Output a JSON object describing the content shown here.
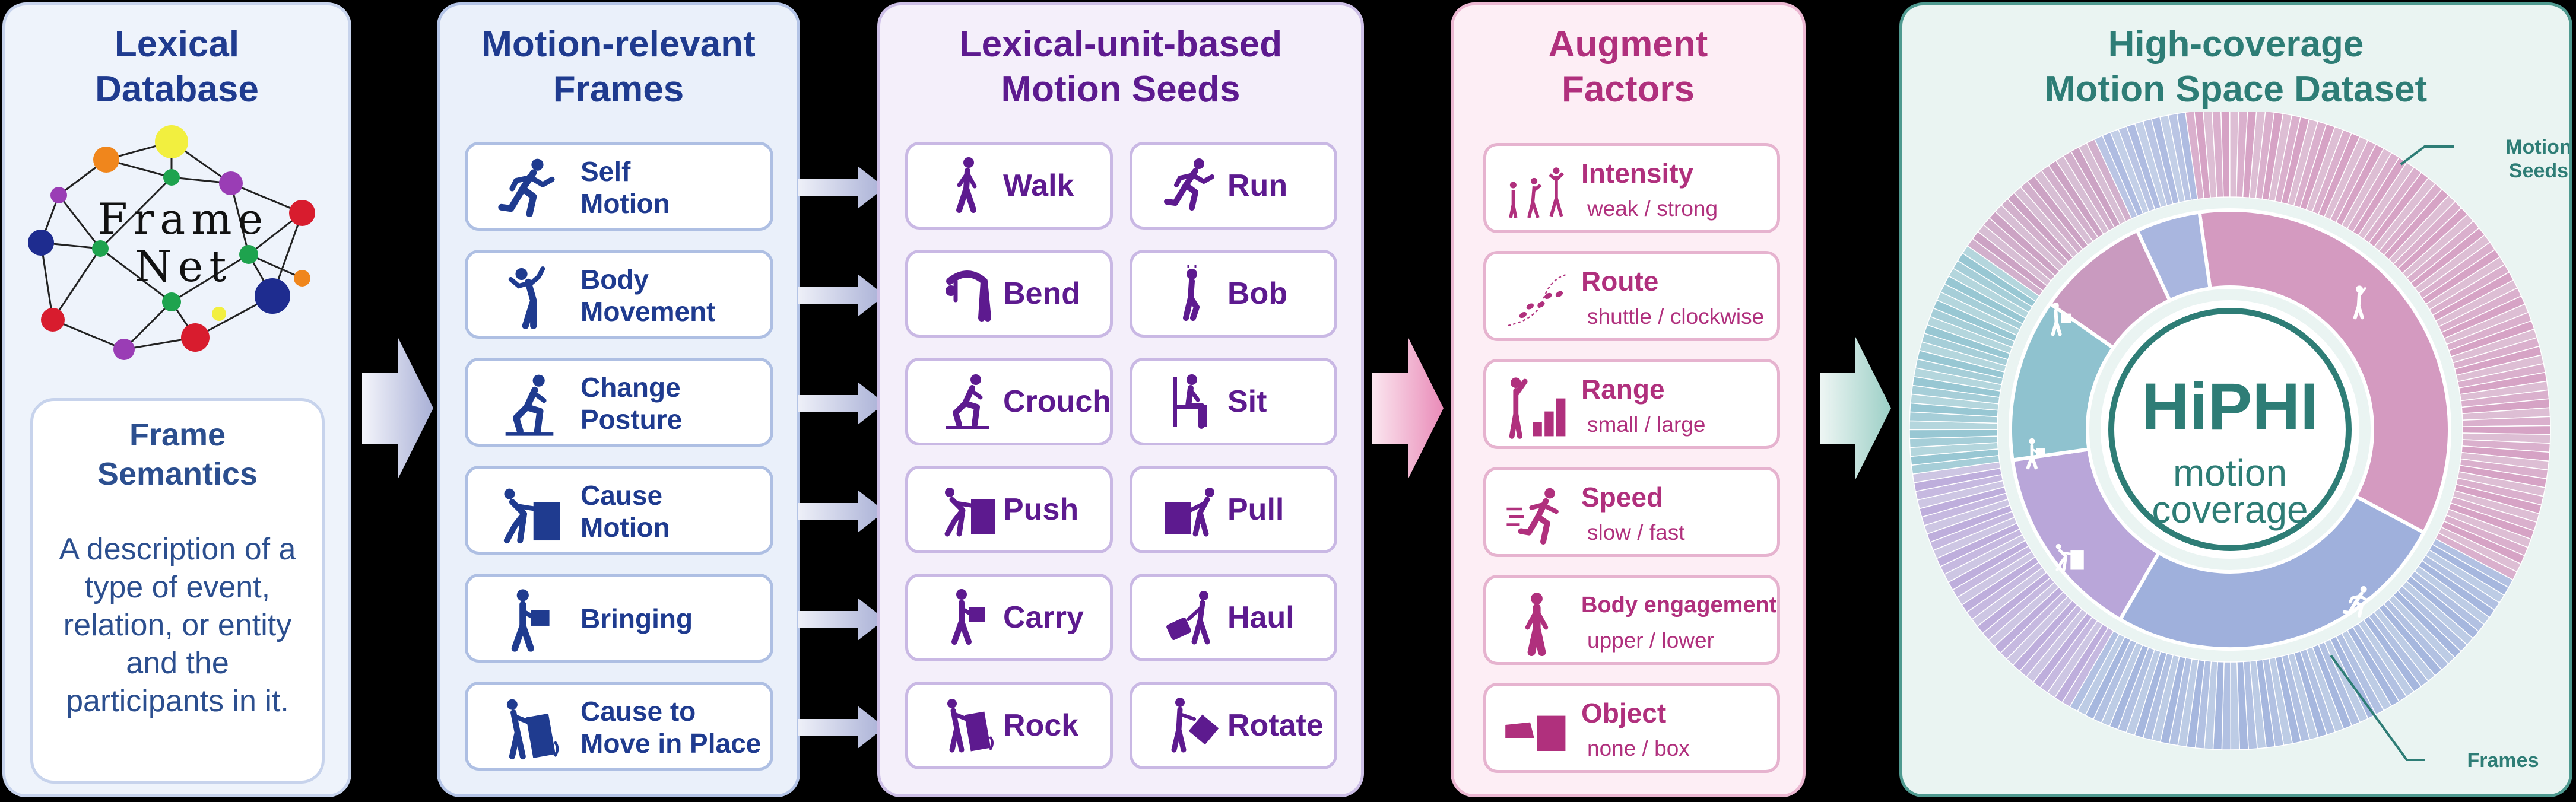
{
  "colors": {
    "blue_dark": "#1f3b8f",
    "purple": "#5d1a8f",
    "magenta": "#b0307d",
    "teal": "#2e7d76",
    "panel1_bg": "#eef3fb",
    "panel2_bg": "#eaf0fa",
    "panel3_bg": "#f4effa",
    "panel4_bg": "#fdeef5",
    "panel5_bg": "#eaf4f2"
  },
  "lexical": {
    "title_line1": "Lexical",
    "title_line2": "Database",
    "logo_line1": "Frame",
    "logo_line2": "Net",
    "box_title_line1": "Frame",
    "box_title_line2": "Semantics",
    "desc_lines": [
      "A description of a",
      "type of event,",
      "relation, or entity",
      "and the",
      "participants in it."
    ]
  },
  "frames": {
    "title_line1": "Motion-relevant",
    "title_line2": "Frames",
    "items": [
      {
        "line1": "Self",
        "line2": "Motion",
        "icon": "running-person-icon"
      },
      {
        "line1": "Body",
        "line2": "Movement",
        "icon": "stretching-person-icon"
      },
      {
        "line1": "Change",
        "line2": "Posture",
        "icon": "crouching-person-icon"
      },
      {
        "line1": "Cause",
        "line2": "Motion",
        "icon": "pushing-box-icon"
      },
      {
        "line1": "Bringing",
        "line2": "",
        "icon": "carrying-box-icon"
      },
      {
        "line1": "Cause to",
        "line2": "Move in Place",
        "icon": "rocking-object-icon"
      }
    ]
  },
  "seeds": {
    "title_line1": "Lexical-unit-based",
    "title_line2": "Motion Seeds",
    "items": [
      {
        "label": "Walk",
        "icon": "walking-person-icon"
      },
      {
        "label": "Run",
        "icon": "running-person-icon"
      },
      {
        "label": "Bend",
        "icon": "bending-person-icon"
      },
      {
        "label": "Bob",
        "icon": "bobbing-person-icon"
      },
      {
        "label": "Crouch",
        "icon": "crouching-person-icon"
      },
      {
        "label": "Sit",
        "icon": "sitting-person-icon"
      },
      {
        "label": "Push",
        "icon": "pushing-box-icon"
      },
      {
        "label": "Pull",
        "icon": "pulling-box-icon"
      },
      {
        "label": "Carry",
        "icon": "carrying-box-icon"
      },
      {
        "label": "Haul",
        "icon": "hauling-luggage-icon"
      },
      {
        "label": "Rock",
        "icon": "rocking-object-icon"
      },
      {
        "label": "Rotate",
        "icon": "rotating-box-icon"
      }
    ]
  },
  "factors": {
    "title_line1": "Augment",
    "title_line2": "Factors",
    "items": [
      {
        "label": "Intensity",
        "sub": "weak / strong",
        "icon": "intensity-figures-icon"
      },
      {
        "label": "Route",
        "sub": "shuttle / clockwise",
        "icon": "footsteps-route-icon"
      },
      {
        "label": "Range",
        "sub": "small / large",
        "icon": "range-bars-icon"
      },
      {
        "label": "Speed",
        "sub": "slow / fast",
        "icon": "speed-runner-icon"
      },
      {
        "label": "Body engagement",
        "sub": "upper / lower",
        "icon": "body-figure-icon"
      },
      {
        "label": "Object",
        "sub": "none / box",
        "icon": "arm-with-box-icon"
      }
    ]
  },
  "dataset": {
    "title_line1": "High-coverage",
    "title_line2": "Motion Space Dataset",
    "center_big": "HiPHI",
    "center_line1": "motion",
    "center_line2": "coverage",
    "label_seeds_line1": "Motion",
    "label_seeds_line2": "Seeds",
    "label_frames": "Frames"
  }
}
